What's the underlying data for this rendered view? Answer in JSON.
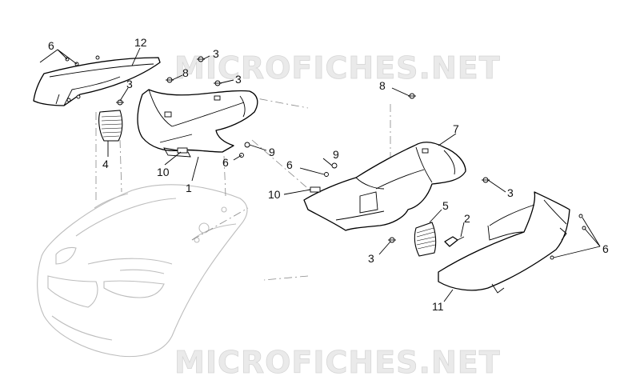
{
  "watermark": {
    "top": "MICROFICHES.NET",
    "bottom": "MICROFICHES.NET"
  },
  "labels": {
    "l6_tl": "6",
    "l12": "12",
    "l3_a": "3",
    "l8_a": "8",
    "l3_b": "3",
    "l3_c": "3",
    "l4": "4",
    "l9_a": "9",
    "l6_mid": "6",
    "l10_a": "10",
    "l1": "1",
    "l8_b": "8",
    "l7": "7",
    "l9_b": "9",
    "l6_right": "6",
    "l10_b": "10",
    "l3_d": "3",
    "l5": "5",
    "l2": "2",
    "l3_e": "3",
    "l6_far": "6",
    "l11": "11"
  }
}
